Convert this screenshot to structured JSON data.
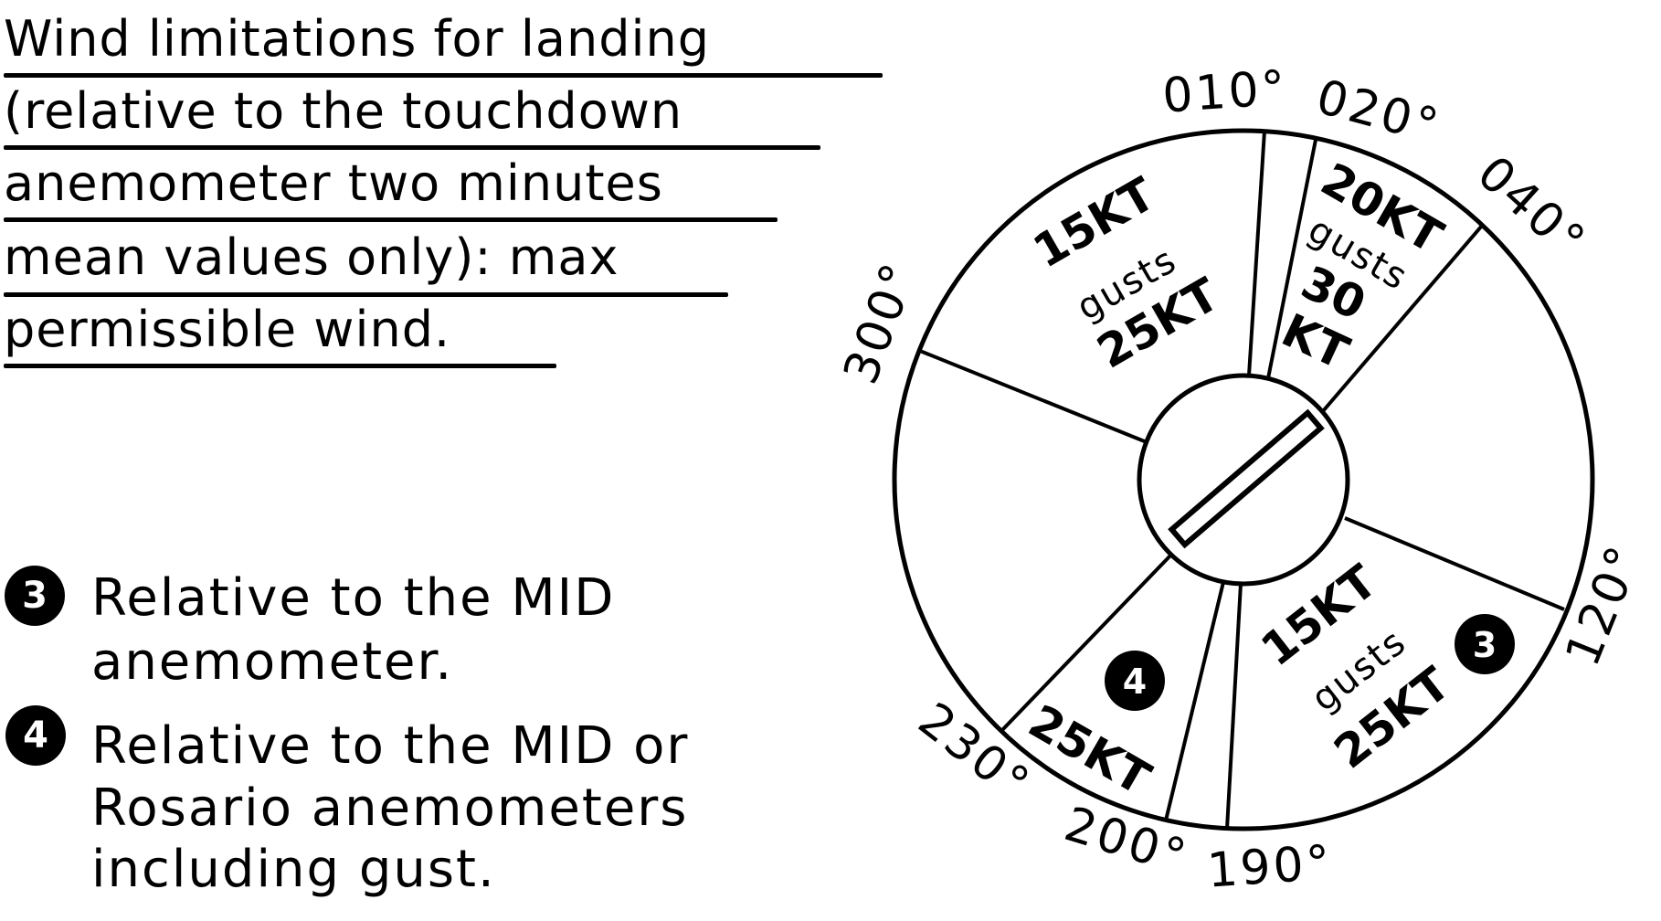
{
  "title": {
    "lines": [
      "Wind limitations for landing",
      "(relative to the touchdown",
      "anemometer two minutes",
      "mean values only): max",
      "permissible wind."
    ]
  },
  "notes": [
    {
      "badge": "3",
      "lines": [
        "Relative to the MID",
        "anemometer."
      ]
    },
    {
      "badge": "4",
      "lines": [
        "Relative to the MID or",
        "Rosario anemometers",
        "including gust."
      ]
    }
  ],
  "diagram": {
    "bearings": {
      "b010": "010°",
      "b020": "020°",
      "b040": "040°",
      "b120": "120°",
      "b190": "190°",
      "b200": "200°",
      "b230": "230°",
      "b300": "300°"
    },
    "sectors": {
      "s300_010": {
        "range": "300°-010°",
        "wind": "15KT",
        "gust_word": "gusts",
        "gust": "25KT"
      },
      "s020_040": {
        "range": "020°-040°",
        "wind": "20KT",
        "gust_word": "gusts",
        "gust_num": "30",
        "gust_unit": "KT"
      },
      "s120_190": {
        "range": "120°-190°",
        "wind": "15KT",
        "gust_word": "gusts",
        "gust": "25KT",
        "note": "3"
      },
      "s200_230": {
        "range": "200°-230°",
        "wind": "25KT",
        "note": "4"
      }
    }
  },
  "chart_data": {
    "type": "table",
    "title": "Wind limitations for landing (relative to the touchdown anemometer two minutes mean values only): max permissible wind.",
    "columns": [
      "sector_from",
      "sector_to",
      "max_wind_kt",
      "max_gust_kt",
      "note"
    ],
    "rows": [
      [
        "300°",
        "010°",
        15,
        25,
        ""
      ],
      [
        "020°",
        "040°",
        20,
        30,
        ""
      ],
      [
        "120°",
        "190°",
        15,
        25,
        "3"
      ],
      [
        "200°",
        "230°",
        25,
        null,
        "4"
      ]
    ],
    "notes": {
      "3": "Relative to the MID anemometer.",
      "4": "Relative to the MID or Rosario anemometers including gust."
    }
  }
}
